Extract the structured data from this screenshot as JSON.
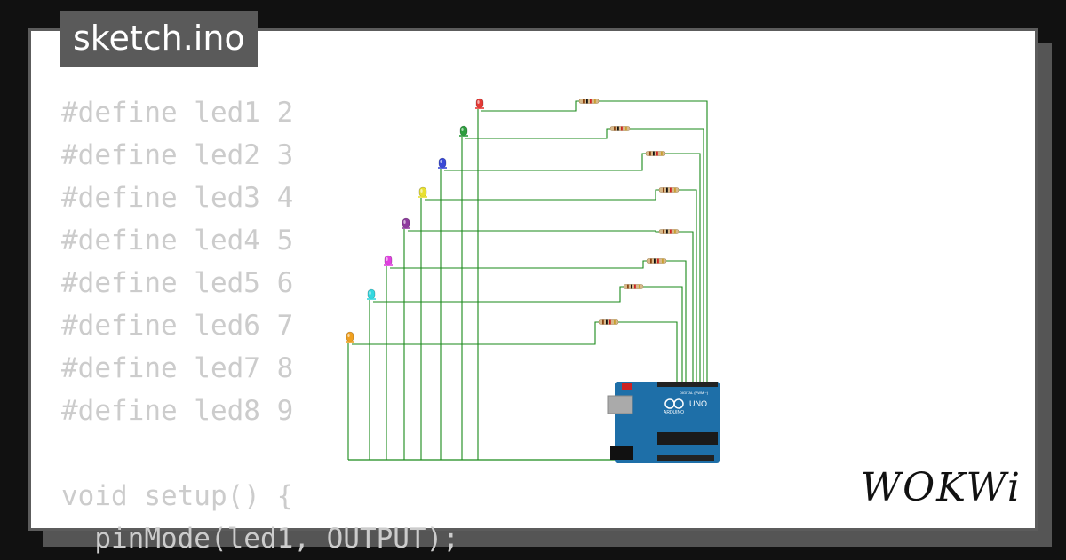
{
  "header": {
    "title": "sketch.ino"
  },
  "code": {
    "lines": [
      "#define led1 2",
      "#define led2 3",
      "#define led3 4",
      "#define led4 5",
      "#define led5 6",
      "#define led6 7",
      "#define led7 8",
      "#define led8 9",
      "",
      "void setup() {",
      "  pinMode(led1, OUTPUT);"
    ]
  },
  "board": {
    "label": "UNO",
    "brand": "ARDUINO",
    "digital_label": "DIGITAL (PWM ~)"
  },
  "leds": [
    {
      "color": "#e53935"
    },
    {
      "color": "#2e9e3f"
    },
    {
      "color": "#3949d6"
    },
    {
      "color": "#e8e030"
    },
    {
      "color": "#8e3b9e"
    },
    {
      "color": "#e040e0"
    },
    {
      "color": "#34d8e0"
    },
    {
      "color": "#f0a020"
    }
  ],
  "colors": {
    "wire": "#1a8a1a",
    "board": "#1e6fa8",
    "code": "#cccccc",
    "tab": "#5a5a5a"
  },
  "logo": {
    "text": "WOKWi"
  }
}
